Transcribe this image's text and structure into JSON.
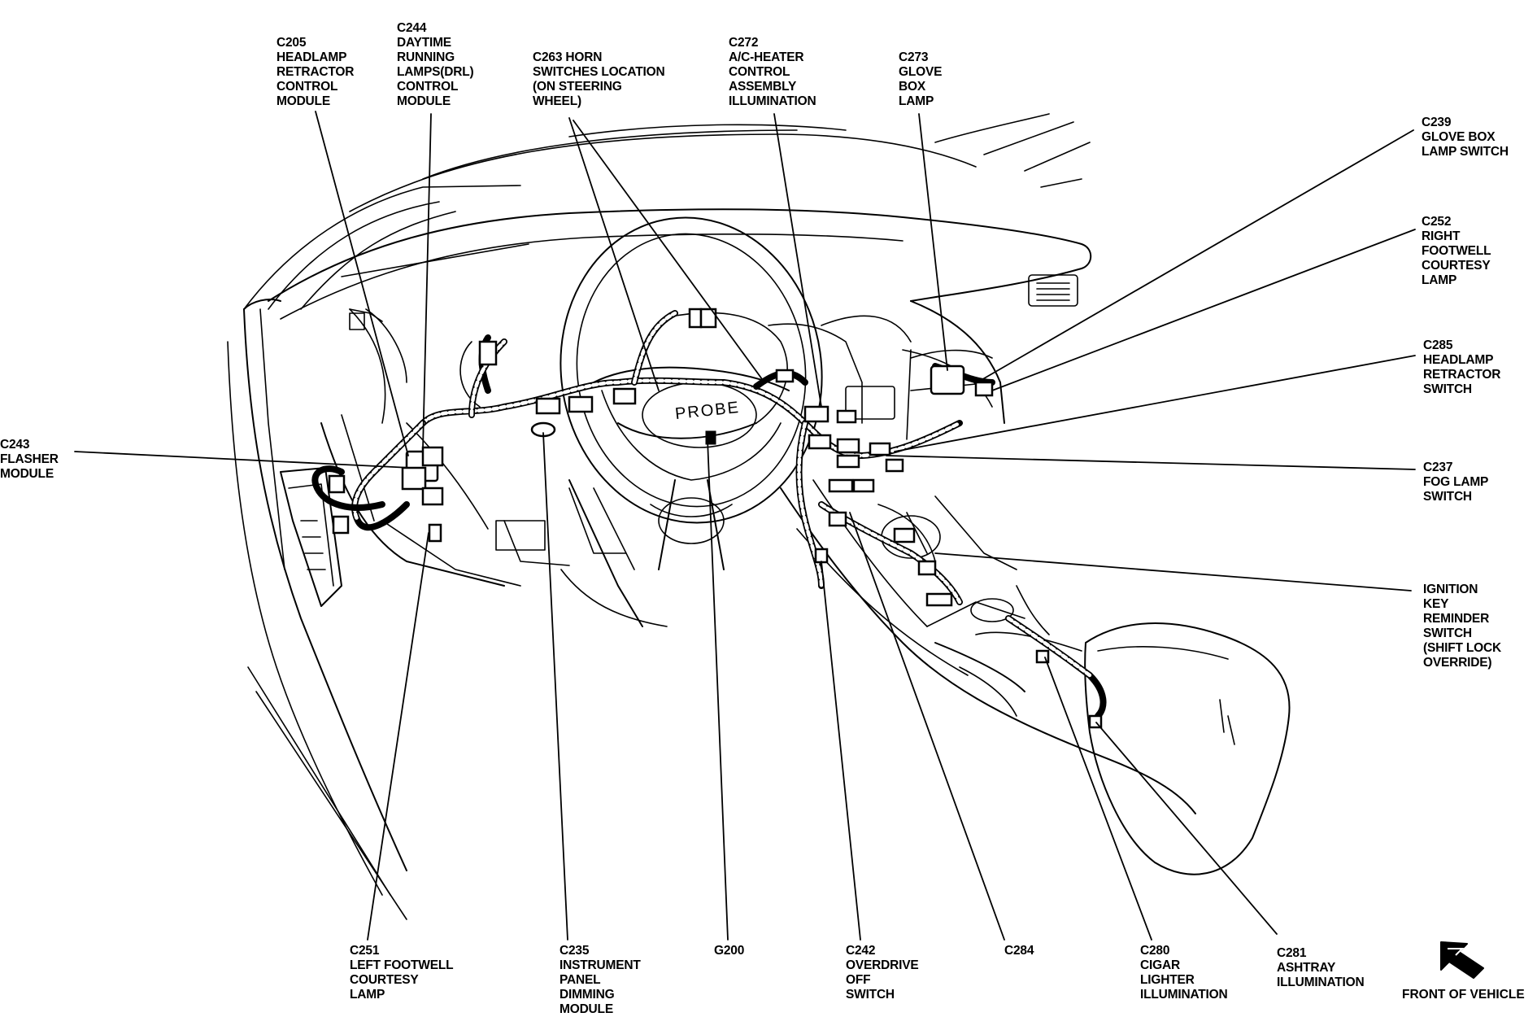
{
  "labels": [
    {
      "id": "c205",
      "lines": [
        "C205",
        "HEADLAMP",
        "RETRACTOR",
        "CONTROL",
        "MODULE"
      ]
    },
    {
      "id": "c244",
      "lines": [
        "C244",
        "DAYTIME",
        "RUNNING",
        "LAMPS(DRL)",
        "CONTROL",
        "MODULE"
      ]
    },
    {
      "id": "c263",
      "lines": [
        "C263 HORN",
        "SWITCHES LOCATION",
        "(ON STEERING",
        "WHEEL)"
      ]
    },
    {
      "id": "c272",
      "lines": [
        "C272",
        "A/C-HEATER",
        "CONTROL",
        "ASSEMBLY",
        "ILLUMINATION"
      ]
    },
    {
      "id": "c273",
      "lines": [
        "C273",
        "GLOVE",
        "BOX",
        "LAMP"
      ]
    },
    {
      "id": "c239",
      "lines": [
        "C239",
        "GLOVE BOX",
        "LAMP  SWITCH"
      ]
    },
    {
      "id": "c252",
      "lines": [
        "C252",
        "RIGHT",
        "FOOTWELL",
        "COURTESY",
        "LAMP"
      ]
    },
    {
      "id": "c285",
      "lines": [
        "C285",
        "HEADLAMP",
        "RETRACTOR",
        "SWITCH"
      ]
    },
    {
      "id": "c237",
      "lines": [
        "C237",
        "FOG LAMP",
        "SWITCH"
      ]
    },
    {
      "id": "ignition",
      "lines": [
        "IGNITION",
        "KEY",
        "REMINDER",
        "SWITCH",
        "(SHIFT LOCK",
        "OVERRIDE)"
      ]
    },
    {
      "id": "c243",
      "lines": [
        "C243",
        "FLASHER",
        "MODULE"
      ]
    },
    {
      "id": "c251",
      "lines": [
        "C251",
        "LEFT FOOTWELL",
        "COURTESY",
        "LAMP"
      ]
    },
    {
      "id": "c235",
      "lines": [
        "C235",
        "INSTRUMENT",
        "PANEL",
        "DIMMING",
        "MODULE"
      ]
    },
    {
      "id": "g200",
      "lines": [
        "G200"
      ]
    },
    {
      "id": "c242",
      "lines": [
        "C242",
        "OVERDRIVE",
        "OFF",
        "SWITCH"
      ]
    },
    {
      "id": "c284",
      "lines": [
        "C284"
      ]
    },
    {
      "id": "c280",
      "lines": [
        "C280",
        "CIGAR",
        "LIGHTER",
        "ILLUMINATION"
      ]
    },
    {
      "id": "c281",
      "lines": [
        "C281",
        "ASHTRAY",
        "ILLUMINATION"
      ]
    }
  ],
  "steering_hub_text": "PROBE",
  "front_of_vehicle": {
    "text": "FRONT OF VEHICLE",
    "icon": "direction-arrow-icon"
  }
}
